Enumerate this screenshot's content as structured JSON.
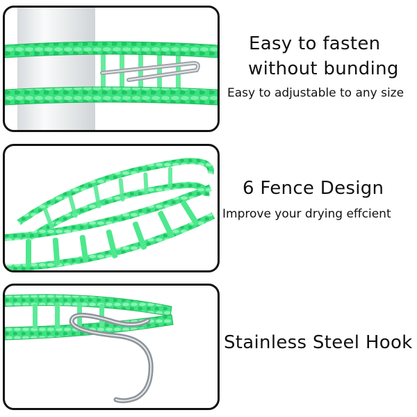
{
  "features": [
    {
      "title_lines": [
        "Easy to fasten",
        "without bunding"
      ],
      "subtitle": "Easy to adjustable to any size",
      "image": "rope-wrapped-around-pole-with-clip"
    },
    {
      "title": "6 Fence Design",
      "subtitle": "Improve your drying effcient",
      "image": "ladder-rope-loop"
    },
    {
      "title": "Stainless Steel Hook",
      "image": "rope-end-with-s-hook"
    }
  ],
  "colors": {
    "rope": "#39e27f",
    "rope_dark": "#1fb95c",
    "rope_light": "#9df5c0",
    "steel": "#b9bcc0",
    "pole": "#eceff1",
    "border": "#111111"
  }
}
